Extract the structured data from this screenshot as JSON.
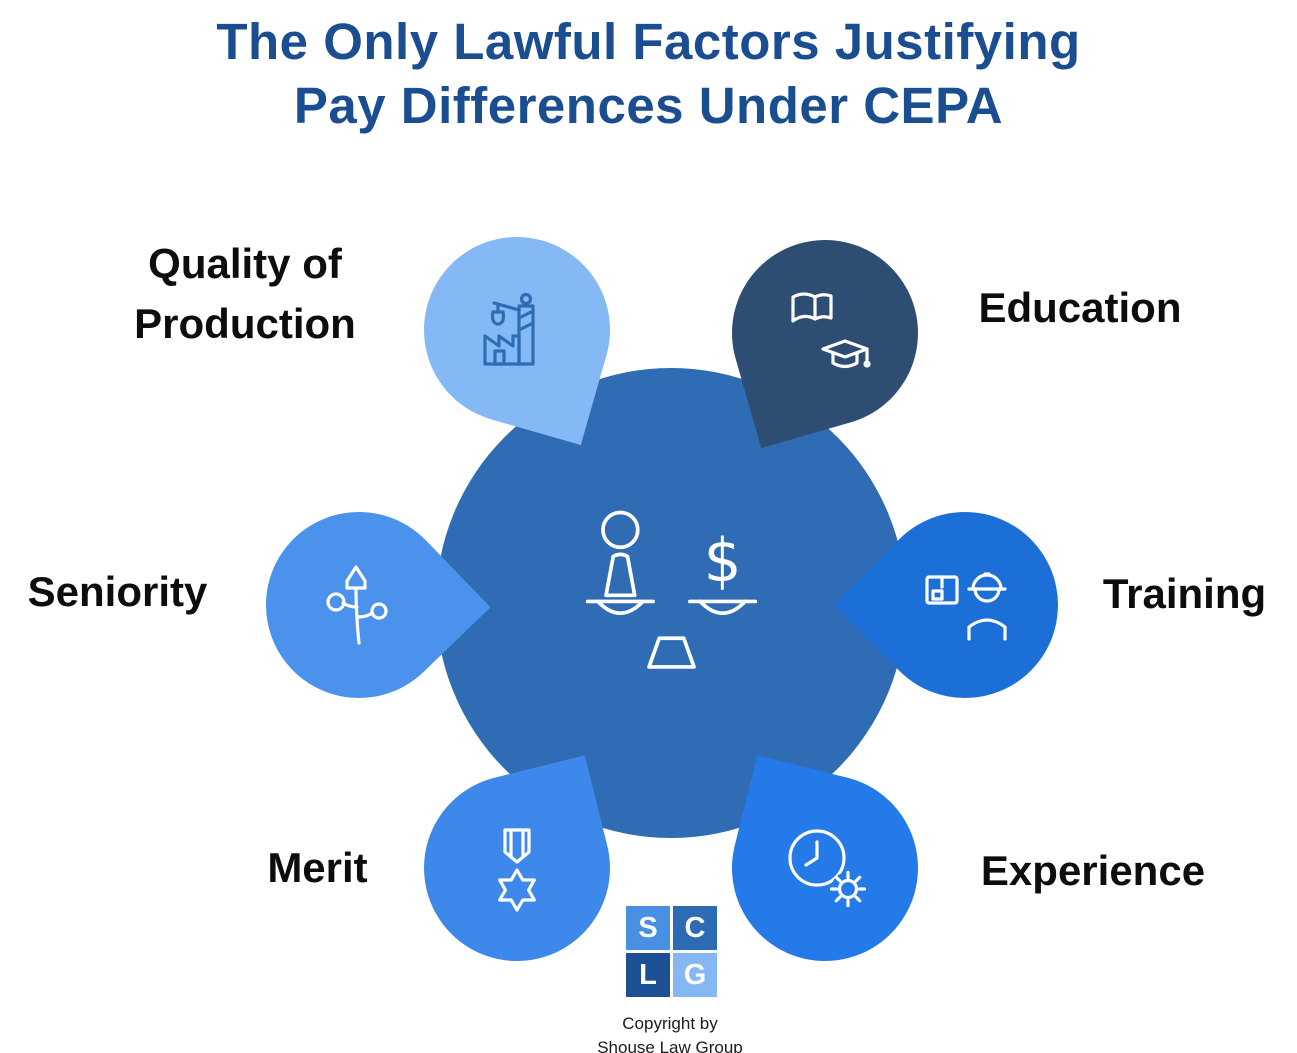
{
  "title": {
    "line1": "The Only Lawful Factors Justifying",
    "line2": "Pay Differences Under CEPA",
    "color": "#1b4d91"
  },
  "center": {
    "icon": "pay-balance-scale-icon",
    "color": "#2f6cb3",
    "icon_color": "#ffffff"
  },
  "factors": {
    "quality": {
      "label": "Quality of Production",
      "color": "#84b9f5",
      "icon": "factory-crane-icon",
      "icon_color": "#2e6db4"
    },
    "education": {
      "label": "Education",
      "color": "#2e4d73",
      "icon": "book-graduation-cap-icon",
      "icon_color": "#ffffff"
    },
    "seniority": {
      "label": "Seniority",
      "color": "#4a92ec",
      "icon": "growth-arrow-icon",
      "icon_color": "#ffffff"
    },
    "training": {
      "label": "Training",
      "color": "#1d6fd8",
      "icon": "worker-with-box-icon",
      "icon_color": "#ffffff"
    },
    "merit": {
      "label": "Merit",
      "color": "#3e88ec",
      "icon": "medal-star-icon",
      "icon_color": "#ffffff"
    },
    "experience": {
      "label": "Experience",
      "color": "#257ae9",
      "icon": "clock-gear-icon",
      "icon_color": "#ffffff"
    }
  },
  "logo": {
    "cells": [
      {
        "letter": "S",
        "color": "#4a90e2"
      },
      {
        "letter": "C",
        "color": "#2d6cb5"
      },
      {
        "letter": "L",
        "color": "#1d4f94"
      },
      {
        "letter": "G",
        "color": "#85b7f2"
      }
    ]
  },
  "copyright": {
    "line1": "Copyright by",
    "line2": "Shouse Law Group"
  }
}
